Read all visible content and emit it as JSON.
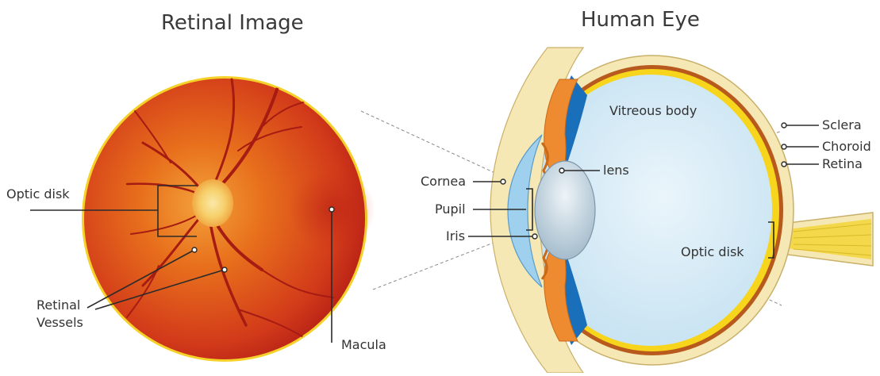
{
  "retinal_panel": {
    "title": "Retinal Image",
    "labels": {
      "optic_disk": "Optic disk",
      "retinal_vessels_line1": "Retinal",
      "retinal_vessels_line2": "Vessels",
      "macula": "Macula"
    }
  },
  "eye_panel": {
    "title": "Human Eye",
    "labels": {
      "vitreous_body": "Vitreous body",
      "lens": "lens",
      "cornea": "Cornea",
      "pupil": "Pupil",
      "iris": "Iris",
      "sclera": "Sclera",
      "choroid": "Choroid",
      "retina": "Retina",
      "optic_disk": "Optic disk"
    }
  },
  "colors": {
    "retina_outer": "#c8281a",
    "retina_inner": "#e8701c",
    "retina_rim": "#f5d22a",
    "optic_disc": "#f6d47a",
    "vessel": "#a61b12",
    "sclera": "#f6e8b4",
    "choroid": "#b85a1e",
    "retina_layer": "#f7d51c",
    "vitreous": "#d5ebf6",
    "iris": "#ee8a2f",
    "ciliary": "#1a6fba",
    "lens": "#b9cfdd",
    "optic_nerve": "#f2d84a",
    "line": "#2b2b2b",
    "dashed": "#8a8a8a"
  }
}
